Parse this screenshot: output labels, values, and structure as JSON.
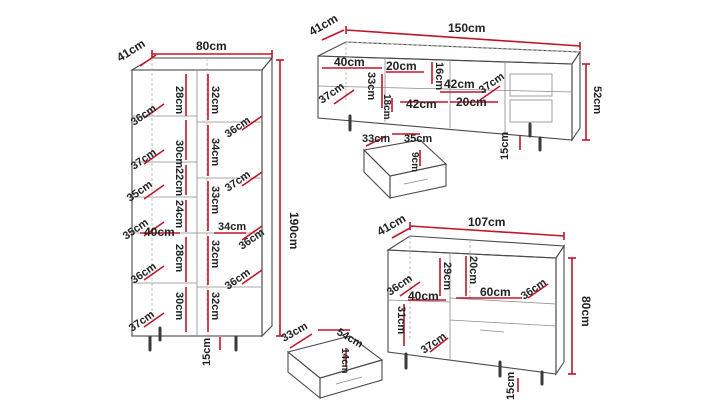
{
  "bookcase": {
    "width": "80cm",
    "depth": "41cm",
    "height": "190cm",
    "legs": "15cm",
    "left_col": [
      "28cm",
      "30cm",
      "22cm",
      "24cm",
      "28cm",
      "30cm"
    ],
    "right_col": [
      "32cm",
      "34cm",
      "33cm",
      "32cm",
      "32cm"
    ],
    "left_depths": [
      "36cm",
      "37cm",
      "35cm",
      "35cm",
      "36cm",
      "37cm"
    ],
    "right_depths": [
      "36cm",
      "37cm",
      "36cm",
      "36cm"
    ],
    "shelf_width": "40cm",
    "shelf_width_right": "34cm"
  },
  "tv_stand": {
    "width": "150cm",
    "depth": "41cm",
    "height": "52cm",
    "legs": "15cm",
    "w40": "40cm",
    "w20a": "20cm",
    "w16": "16cm",
    "w42a": "42cm",
    "d37a": "37cm",
    "d37b": "37cm",
    "h33": "33cm",
    "h18": "18cm",
    "w42b": "42cm",
    "w20b": "20cm",
    "drawer_depth": "33cm",
    "drawer_width": "35cm",
    "drawer_height": "9cm"
  },
  "sideboard": {
    "width": "107cm",
    "depth": "41cm",
    "height": "80cm",
    "legs": "15cm",
    "d36a": "36cm",
    "w40": "40cm",
    "h29": "29cm",
    "h20": "20cm",
    "w60": "60cm",
    "d36b": "36cm",
    "h31": "31cm",
    "d37": "37cm",
    "drawer_depth": "33cm",
    "drawer_width": "54cm",
    "drawer_height": "14cm"
  }
}
